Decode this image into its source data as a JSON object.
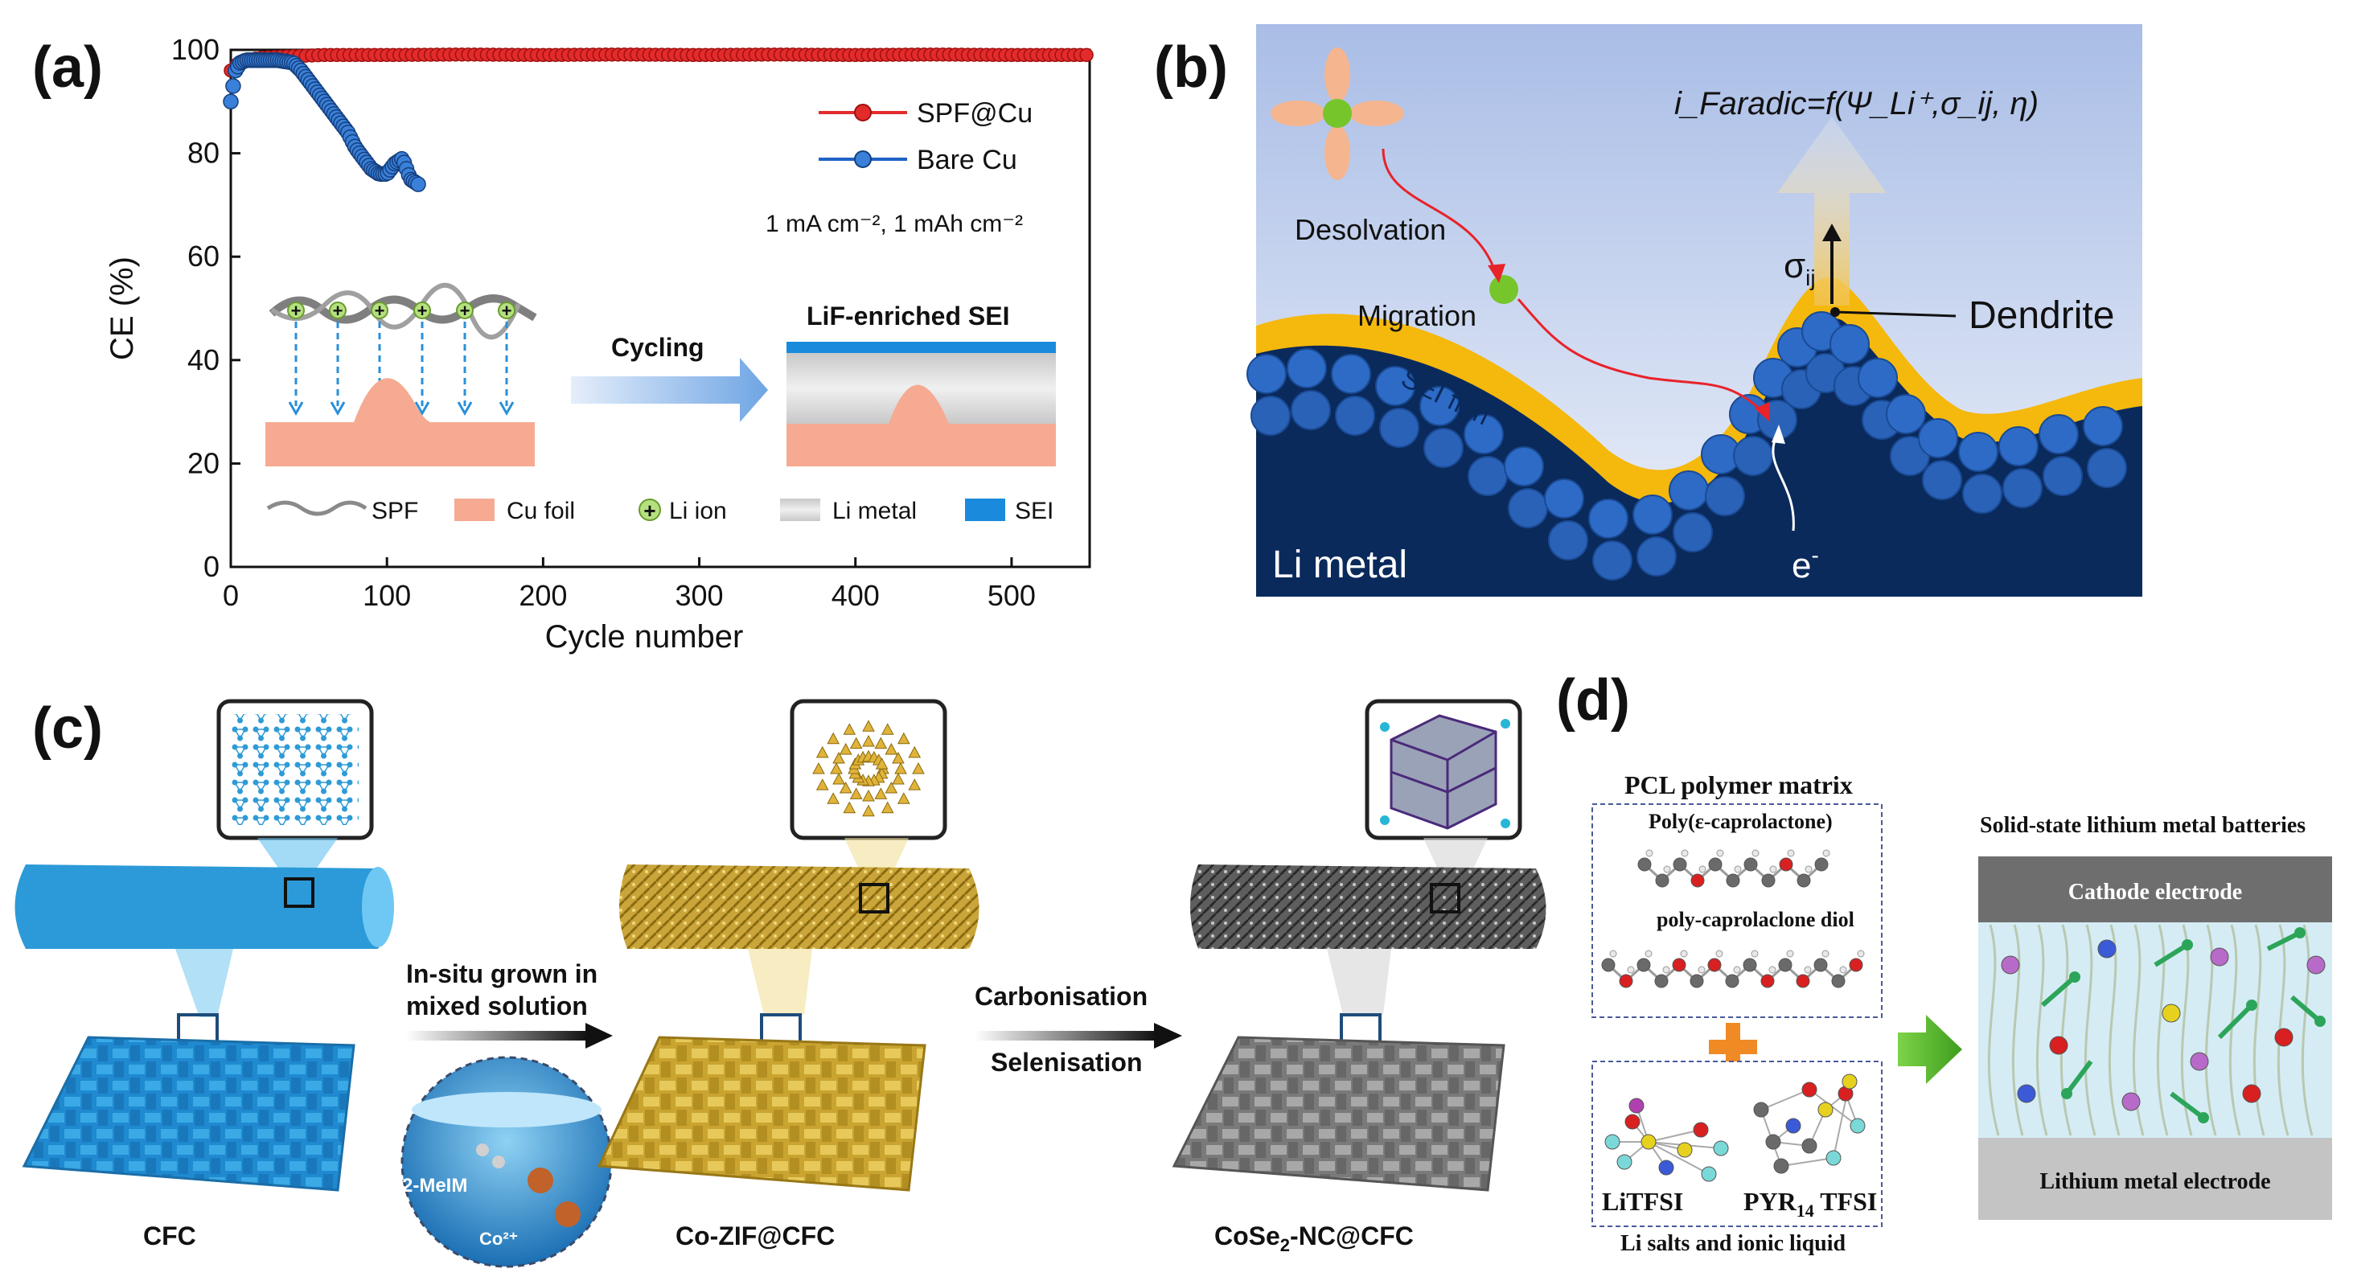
{
  "panel_a": {
    "label": "(a)",
    "chart_data": {
      "type": "scatter",
      "xlabel": "Cycle number",
      "ylabel": "CE (%)",
      "xlim": [
        0,
        550
      ],
      "ylim": [
        0,
        100
      ],
      "xticks": [
        "0",
        "100",
        "200",
        "300",
        "400",
        "500"
      ],
      "yticks": [
        "0",
        "20",
        "40",
        "60",
        "80",
        "100"
      ],
      "legend_position": "top-right",
      "condition": "1 mA cm⁻², 1 mAh cm⁻²",
      "series": [
        {
          "name": "SPF@Cu",
          "color": "#e32b2b",
          "x_range": [
            0,
            550
          ],
          "y_approx": 99,
          "x": [
            0,
            5,
            10,
            20,
            40,
            60,
            100,
            150,
            200,
            250,
            300,
            350,
            400,
            450,
            500,
            550
          ],
          "y": [
            96,
            97.5,
            98,
            98.5,
            98.8,
            99,
            99,
            99.1,
            99,
            99.1,
            99,
            99.1,
            99,
            99.1,
            99,
            99
          ]
        },
        {
          "name": "Bare Cu",
          "color": "#1f62c4",
          "x": [
            0,
            3,
            6,
            10,
            20,
            30,
            40,
            45,
            50,
            55,
            60,
            65,
            70,
            75,
            80,
            85,
            90,
            95,
            100,
            105,
            110,
            115,
            120
          ],
          "y": [
            90,
            96,
            97.5,
            98,
            98,
            98,
            97.5,
            96,
            94,
            92,
            90,
            88,
            86,
            84,
            81,
            79,
            77,
            76,
            76,
            78,
            79,
            75,
            74
          ]
        }
      ]
    },
    "inset": {
      "cycling_label": "Cycling",
      "sei_title": "LiF-enriched SEI",
      "legend": {
        "spf": "SPF",
        "cu_foil": "Cu foil",
        "li_ion": "Li ion",
        "li_metal": "Li metal",
        "sei": "SEI"
      }
    }
  },
  "panel_b": {
    "label": "(b)",
    "equation": "i_Faradic=f(Ψ_Li⁺,σ_ij, η)",
    "desolvation": "Desolvation",
    "migration": "Migration",
    "sei_film": "SEI film",
    "sigma": "σ",
    "sigma_sub": "ij",
    "dendrite": "Dendrite",
    "li_metal": "Li metal",
    "electron": "e",
    "electron_sup": "-"
  },
  "panel_c": {
    "label": "(c)",
    "step1_line1": "In-situ grown in",
    "step1_line2": "mixed solution",
    "step2_line1": "Carbonisation",
    "step2_line2": "Selenisation",
    "cfc": "CFC",
    "cozif": "Co-ZIF@CFC",
    "cose_pre": "CoSe",
    "cose_sub": "2",
    "cose_post": "-NC@CFC",
    "mim": "2-MeIM",
    "co_ion": "Co²⁺",
    "colors": {
      "cfc": "#2c9ad8",
      "cozif": "#d8b640",
      "cose": "#8a8a8a"
    }
  },
  "panel_d": {
    "label": "(d)",
    "pcl_title": "PCL polymer matrix",
    "poly1": "Poly(ε-caprolactone)",
    "poly2": "poly-caprolaclone diol",
    "litfsi": "LiTFSI",
    "pyr_pre": "PYR",
    "pyr_sub": "14",
    "pyr_post": " TFSI",
    "salts": "Li salts and ionic liquid",
    "battery_title": "Solid-state lithium metal batteries",
    "cathode": "Cathode electrode",
    "anode": "Lithium metal electrode"
  }
}
